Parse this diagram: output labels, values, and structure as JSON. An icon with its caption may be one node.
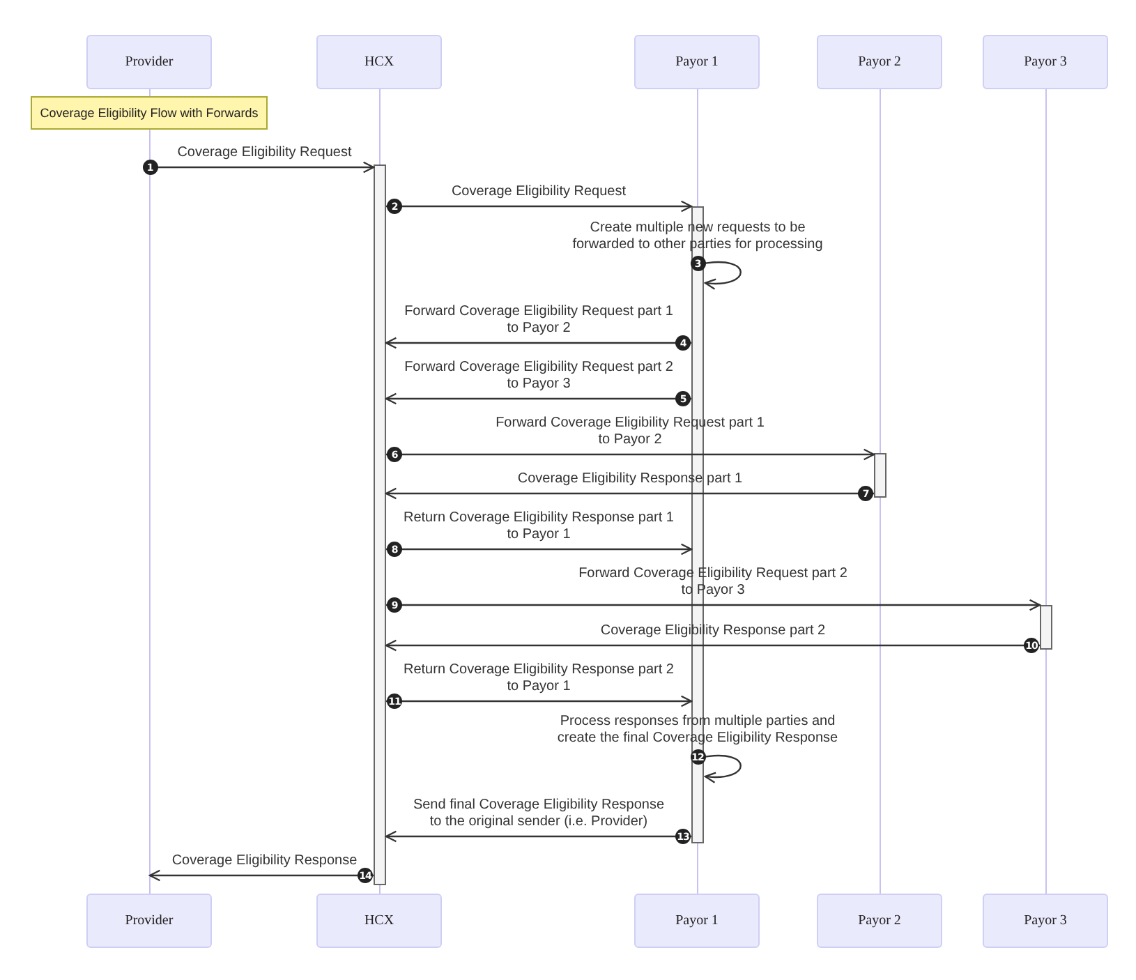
{
  "diagram": {
    "nodes": [
      {
        "text": [
          "Provider"
        ]
      },
      {
        "text": [
          "HCX"
        ]
      },
      {
        "text": [
          "Payor 1"
        ]
      },
      {
        "text": [
          "Payor 2"
        ]
      },
      {
        "text": [
          "Payor 3"
        ]
      },
      {
        "text": [
          "Coverage Eligibility Flow with Forwards"
        ]
      },
      {
        "text": [],
        "shape": "bar"
      },
      {
        "text": [],
        "shape": "bar"
      },
      {
        "text": [],
        "shape": "bar"
      },
      {
        "text": [],
        "shape": "bar"
      },
      {
        "text": [],
        "shape": "bar"
      },
      {
        "text": [],
        "shape": "bar"
      },
      {
        "text": [],
        "shape": "bar"
      },
      {
        "text": [],
        "shape": "bar"
      },
      {
        "text": [],
        "shape": "bar"
      },
      {
        "text": [
          "Provider"
        ]
      },
      {
        "text": [
          "HCX"
        ]
      },
      {
        "text": [
          "Payor 1"
        ]
      },
      {
        "text": [
          "Payor 2"
        ]
      },
      {
        "text": [
          "Payor 3"
        ]
      }
    ],
    "edges": [
      {
        "from": 6,
        "to": 11,
        "arrow": "to",
        "label": "Coverage Eligibility Request"
      },
      {
        "from": 11,
        "to": 12,
        "arrow": "to",
        "label": "Coverage Eligibility Request"
      },
      {
        "from": 12,
        "to": 12,
        "arrow": "to",
        "label": "Create multiple new requests to be forwarded to other parties for processing"
      },
      {
        "from": 12,
        "to": 11,
        "arrow": "to",
        "label": "Forward Coverage Eligibility Request part 1 to Payor 2"
      },
      {
        "from": 12,
        "to": 11,
        "arrow": "to",
        "label": "Forward Coverage Eligibility Request part 2 to Payor 3"
      },
      {
        "from": 11,
        "to": 13,
        "arrow": "to",
        "label": "Forward Coverage Eligibility Request part 1 to Payor 2"
      },
      {
        "from": 13,
        "to": 11,
        "arrow": "to",
        "label": "Coverage Eligibility Response part 1"
      },
      {
        "from": 11,
        "to": 12,
        "arrow": "to",
        "label": "Return Coverage Eligibility Response part 1 to Payor 1"
      },
      {
        "from": 11,
        "to": 14,
        "arrow": "to",
        "label": "Forward Coverage Eligibility Request part 2 to Payor 3"
      },
      {
        "from": 14,
        "to": 11,
        "arrow": "to",
        "label": "Coverage Eligibility Response part 2"
      },
      {
        "from": 11,
        "to": 12,
        "arrow": "to",
        "label": "Return Coverage Eligibility Response part 2 to Payor 1"
      },
      {
        "from": 12,
        "to": 12,
        "arrow": "to",
        "label": "Process responses from multiple parties and create the final Coverage Eligibility Response"
      },
      {
        "from": 12,
        "to": 11,
        "arrow": "to",
        "label": "Send final Coverage Eligibility Response to the original sender (i.e. Provider)"
      },
      {
        "from": 11,
        "to": 6,
        "arrow": "to",
        "label": "Coverage Eligibility Response"
      }
    ],
    "labels": [
      "1",
      "2",
      "3",
      "4",
      "5",
      "6",
      "7",
      "8",
      "9",
      "10",
      "11",
      "12",
      "13",
      "14"
    ]
  }
}
